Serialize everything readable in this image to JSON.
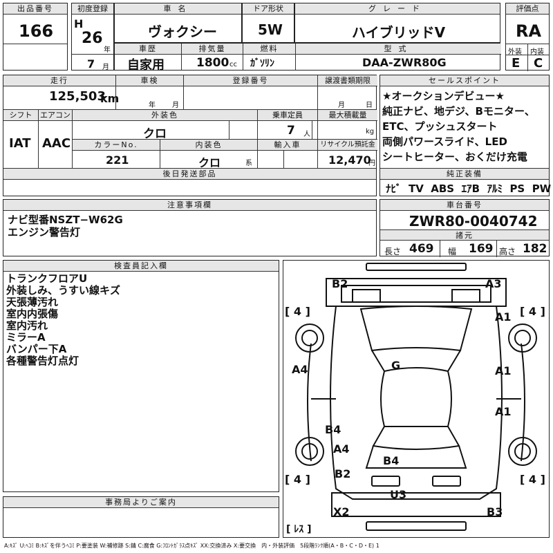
{
  "lot": {
    "label": "出品番号",
    "value": "166"
  },
  "first_reg": {
    "label": "初度登録",
    "era": "H",
    "year": "26",
    "year_unit": "年",
    "month": "7",
    "month_unit": "月"
  },
  "car_name": {
    "label": "車名",
    "value": "ヴォクシー"
  },
  "door": {
    "label": "ドア形状",
    "value": "5W"
  },
  "grade": {
    "label": "グレード",
    "value": "ハイブリッドV"
  },
  "score": {
    "label": "評価点",
    "value": "RA",
    "ext_label": "外装",
    "ext_value": "E",
    "int_label": "内装",
    "int_value": "C"
  },
  "history": {
    "label": "車歴",
    "value": "自家用"
  },
  "displacement": {
    "label": "排気量",
    "value": "1800",
    "unit": "cc"
  },
  "fuel": {
    "label": "燃料",
    "value": "ｶﾞｿﾘﾝ"
  },
  "model_code": {
    "label": "型式",
    "value": "DAA-ZWR80G"
  },
  "mileage": {
    "label": "走行",
    "value": "125,503",
    "unit": "km"
  },
  "inspection": {
    "label": "車検",
    "year_unit": "年",
    "month_unit": "月"
  },
  "registration": {
    "label": "登録番号"
  },
  "transfer_deadline": {
    "label": "譲渡書類期限",
    "month_unit": "月",
    "day_unit": "日"
  },
  "shift": {
    "label": "シフト",
    "value": "IAT"
  },
  "ac": {
    "label": "エアコン",
    "value": "AAC"
  },
  "exterior_color": {
    "label": "外装色",
    "value": "クロ"
  },
  "capacity": {
    "label": "乗車定員",
    "value": "7",
    "unit": "人"
  },
  "max_load": {
    "label": "最大積載量",
    "unit": "kg"
  },
  "color_no": {
    "label": "カラーNo.",
    "value": "221"
  },
  "interior_color": {
    "label": "内装色",
    "value": "クロ",
    "unit": "系"
  },
  "import": {
    "label": "輸入車"
  },
  "recycle": {
    "label": "リサイクル預託金",
    "value": "12,470",
    "unit": "円"
  },
  "later_parts": {
    "label": "後日発送部品"
  },
  "sales_points": {
    "label": "セールスポイント",
    "lines": [
      "★オークションデビュー★",
      "純正ナビ、地デジ、Bモニター、",
      "ETC、プッシュスタート",
      "両側パワースライド、LED",
      "シートヒーター、おくだけ充電"
    ]
  },
  "equipment": {
    "label": "純正装備",
    "items": [
      "ﾅﾋﾞ",
      "TV",
      "ABS",
      "ｴｱB",
      "ｱﾙﾐ",
      "PS",
      "PW"
    ]
  },
  "notes": {
    "label": "注意事項欄",
    "lines": [
      "ナビ型番NSZT−W62G",
      "エンジン警告灯"
    ]
  },
  "chassis": {
    "label": "車台番号",
    "value": "ZWR80-0040742"
  },
  "specs": {
    "label": "諸元",
    "length_label": "長さ",
    "length": "469",
    "width_label": "幅",
    "width": "169",
    "height_label": "高さ",
    "height": "182"
  },
  "inspector": {
    "label": "検査員記入欄",
    "lines": [
      "トランクフロアU",
      "外装しみ、うすい線キズ",
      "天張薄汚れ",
      "室内内張傷",
      "室内汚れ",
      "ミラーA",
      "バンパー下A",
      "各種警告灯点灯"
    ]
  },
  "office": {
    "label": "事務局よりご案内"
  },
  "diagram": {
    "tire_tl": "[ 4 ]",
    "tire_tr": "[ 4 ]",
    "tire_bl": "[ 4 ]",
    "tire_br": "[ 4 ]",
    "spare": "[ ﾚｽ ]",
    "marks": {
      "b2_top": "B2",
      "a3_top": "A3",
      "a1_r1": "A1",
      "a4_l": "A4",
      "g": "G",
      "a1_r2": "A1",
      "a1_r3": "A1",
      "b4_l": "B4",
      "a4_l2": "A4",
      "b2_l": "B2",
      "b4_c": "B4",
      "u3": "U3",
      "x2": "X2",
      "b3": "B3"
    }
  },
  "legend": "A:ｷｽﾞ U:ﾍｺﾐ B:ｷｽﾞを伴うﾍｺﾐ P:要塗装 W:補修跡 S:錆 C:腐食 G:ﾌﾛﾝﾄｶﾞﾗｽ点ｷｽﾞ XX:交換済み X:要交換　内・外装評価　5段階ﾗﾝｸ順(A・B・C・D・E) 1"
}
